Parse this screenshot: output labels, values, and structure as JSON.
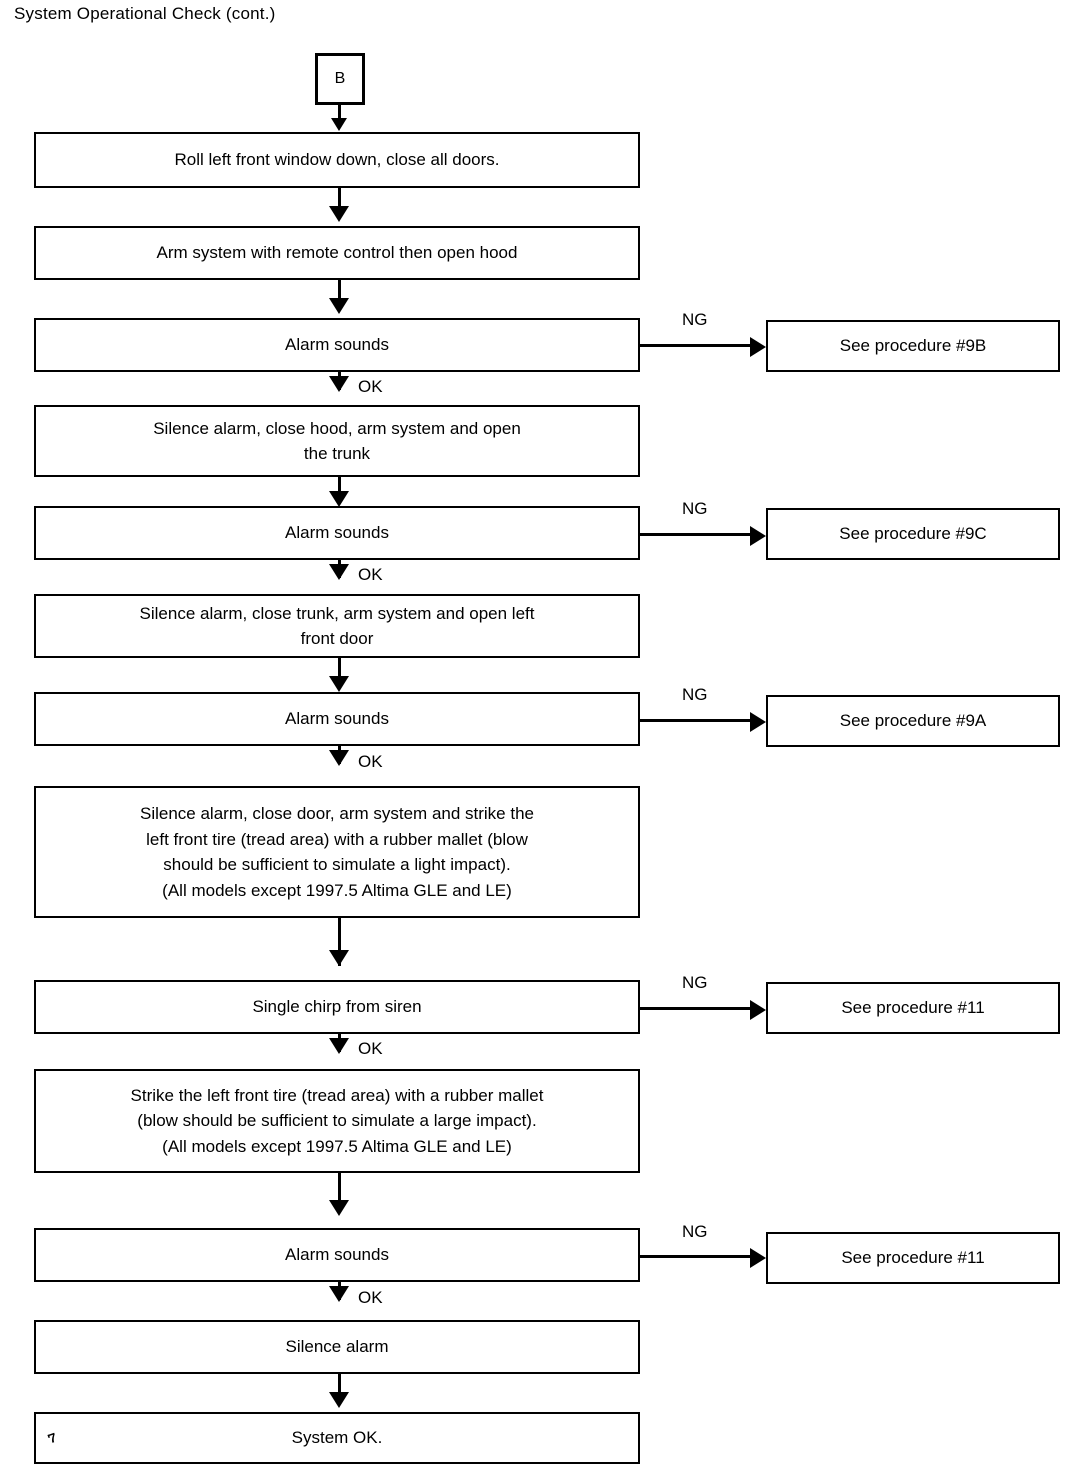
{
  "document": {
    "title": "System Operational Check (cont.)"
  },
  "connector": {
    "label": "B"
  },
  "edge_labels": {
    "ok": "OK",
    "ng": "NG"
  },
  "artifacts": {
    "system_ok_smudge": "'7"
  },
  "flow": {
    "steps": [
      {
        "id": "step-roll-window",
        "text": "Roll left front window down, close all doors."
      },
      {
        "id": "step-arm-open-hood",
        "text": "Arm system with remote control then open hood"
      },
      {
        "id": "check-alarm-hood",
        "text": "Alarm sounds"
      },
      {
        "id": "step-silence-hood",
        "text": "Silence alarm, close hood, arm system and open\nthe trunk"
      },
      {
        "id": "check-alarm-trunk",
        "text": "Alarm sounds"
      },
      {
        "id": "step-silence-trunk",
        "text": "Silence alarm, close trunk, arm system and open left\nfront door"
      },
      {
        "id": "check-alarm-door",
        "text": "Alarm sounds"
      },
      {
        "id": "step-strike-light",
        "text": "Silence alarm, close door, arm system and strike the\nleft front tire (tread area) with a rubber mallet (blow\nshould be sufficient to simulate a light impact).\n(All models except 1997.5 Altima GLE and LE)"
      },
      {
        "id": "check-single-chirp",
        "text": "Single chirp from siren"
      },
      {
        "id": "step-strike-large",
        "text": "Strike the left front tire (tread area) with a rubber mallet\n(blow should be sufficient to simulate a large impact).\n(All models except 1997.5 Altima GLE and LE)"
      },
      {
        "id": "check-alarm-impact",
        "text": "Alarm sounds"
      },
      {
        "id": "step-silence-alarm",
        "text": "Silence alarm"
      },
      {
        "id": "result-system-ok",
        "text": "System OK."
      }
    ],
    "branches": [
      {
        "id": "branch-9b",
        "from": "check-alarm-hood",
        "condition": "NG",
        "text": "See procedure #9B"
      },
      {
        "id": "branch-9c",
        "from": "check-alarm-trunk",
        "condition": "NG",
        "text": "See procedure #9C"
      },
      {
        "id": "branch-9a",
        "from": "check-alarm-door",
        "condition": "NG",
        "text": "See procedure #9A"
      },
      {
        "id": "branch-11-chirp",
        "from": "check-single-chirp",
        "condition": "NG",
        "text": "See procedure #11"
      },
      {
        "id": "branch-11-impact",
        "from": "check-alarm-impact",
        "condition": "NG",
        "text": "See procedure #11"
      }
    ]
  }
}
